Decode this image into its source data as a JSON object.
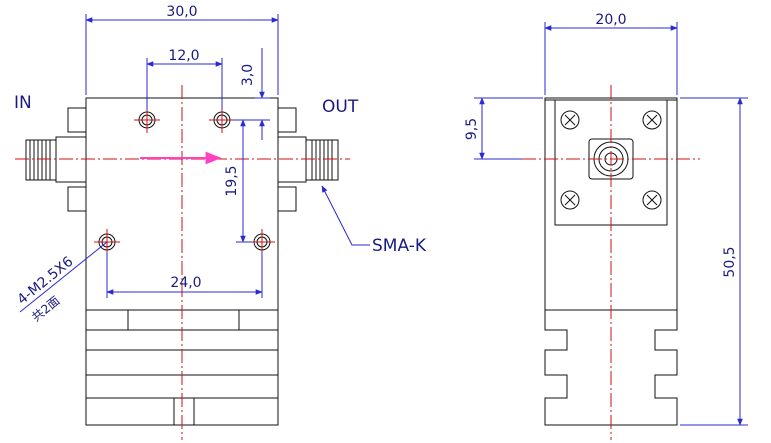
{
  "labels": {
    "port_in": "IN",
    "port_out": "OUT",
    "connector": "SMA-K",
    "hole_spec": "4-M2.5X6",
    "hole_note": "共2面"
  },
  "front_view": {
    "dims": {
      "overall_width": "30,0",
      "hole_spacing_top": "12,0",
      "top_offset": "3,0",
      "hole_spacing_vertical": "19,5",
      "hole_spacing_bottom": "24,0"
    }
  },
  "side_view": {
    "dims": {
      "width": "20,0",
      "connector_height": "9,5",
      "overall_height": "50,5"
    }
  },
  "colors": {
    "outline": "#111111",
    "dimension": "#2a2ad0",
    "centerline": "#d01010",
    "flow_arrow": "#ff40c0"
  }
}
